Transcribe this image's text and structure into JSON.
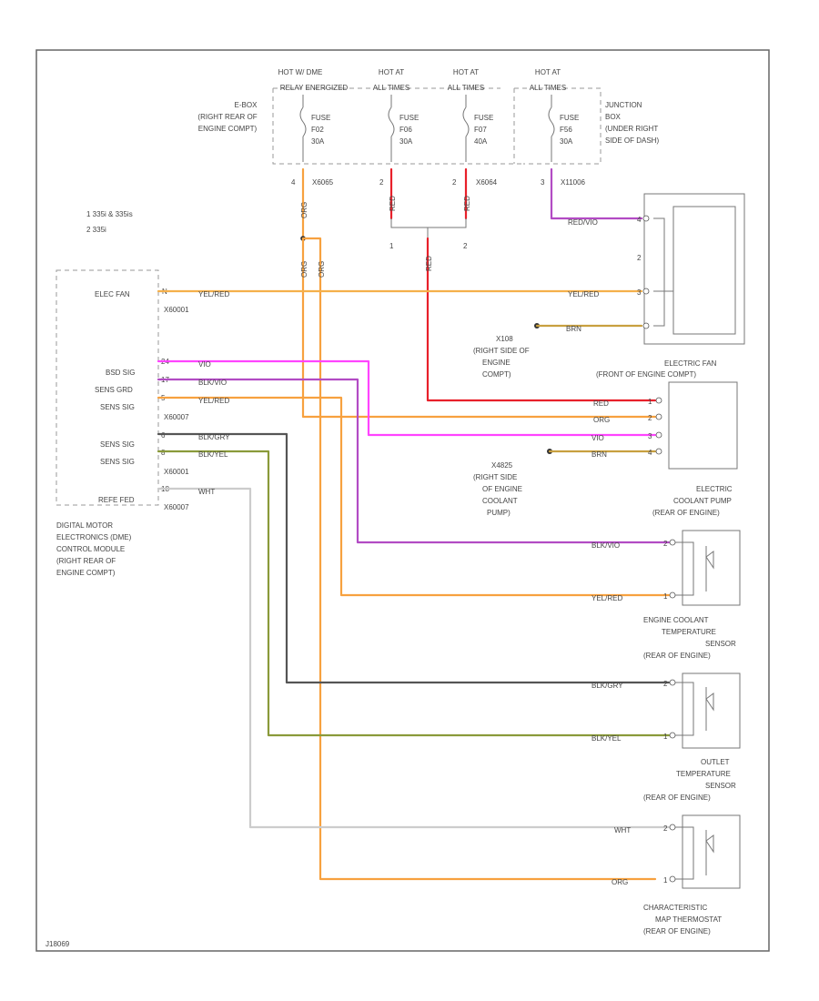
{
  "fuse_sources": {
    "src1": "HOT W/ DME",
    "src1b": "RELAY ENERGIZED",
    "src2": "HOT AT",
    "src2b": "ALL TIMES",
    "src3": "HOT AT",
    "src3b": "ALL TIMES",
    "src4": "HOT AT",
    "src4b": "ALL TIMES"
  },
  "ebox": [
    "E-BOX",
    "(RIGHT REAR OF",
    "ENGINE COMPT)"
  ],
  "junction_box": [
    "JUNCTION",
    "BOX",
    "(UNDER RIGHT",
    "SIDE OF DASH)"
  ],
  "fuses": [
    {
      "label": "FUSE",
      "num": "F02",
      "amp": "30A"
    },
    {
      "label": "FUSE",
      "num": "F06",
      "amp": "30A"
    },
    {
      "label": "FUSE",
      "num": "F07",
      "amp": "40A"
    },
    {
      "label": "FUSE",
      "num": "F56",
      "amp": "30A"
    }
  ],
  "fuse_pins": [
    "4",
    "2",
    "2",
    "3"
  ],
  "fuse_connectors": [
    "X6065",
    "X6064",
    "X11006"
  ],
  "splice_pins": [
    "1",
    "2"
  ],
  "notes": [
    "1   335i & 335is",
    "2   335i"
  ],
  "dme": {
    "name": [
      "DIGITAL MOTOR",
      "ELECTRONICS (DME)",
      "CONTROL MODULE",
      "(RIGHT REAR OF",
      "ENGINE COMPT)"
    ],
    "pin_labels": [
      "ELEC FAN",
      "BSD SIG",
      "SENS GRD",
      "SENS SIG",
      "SENS SIG",
      "SENS SIG",
      "REFE FED"
    ],
    "connectors": [
      "X60001",
      "X60007",
      "X60001",
      "X60007"
    ],
    "pins": [
      "N",
      "24",
      "17",
      "5",
      "6",
      "8",
      "18"
    ]
  },
  "wire_colors": {
    "vel_red_1": "YEL/RED",
    "vel_red_2": "YEL/RED",
    "vel_red_3": "YEL/RED",
    "vio": "VIO",
    "blk_vio_1": "BLK/VIO",
    "blk_vio_2": "BLK/VIO",
    "blk_gry_1": "BLK/GRY",
    "blk_gry_2": "BLK/GRY",
    "blk_yel_1": "BLK/YEL",
    "blk_yel_2": "BLK/YEL",
    "wht_1": "WHT",
    "wht_2": "WHT",
    "red_vio": "RED/VIO",
    "brn_1": "BRN",
    "brn_2": "BRN",
    "red": "RED",
    "org_1": "ORG",
    "org_2": "ORG",
    "vio_2": "VIO",
    "v_red_a": "RED",
    "v_red_b": "RED",
    "v_red_c": "RED",
    "v_org_a": "ORG",
    "v_org_b": "ORG",
    "v_org_c": "ORG"
  },
  "grounds": {
    "g1": [
      "X108",
      "(RIGHT SIDE OF",
      "ENGINE",
      "COMPT)"
    ],
    "g2": [
      "X4825",
      "(RIGHT SIDE",
      "OF ENGINE",
      "COOLANT",
      "PUMP)"
    ]
  },
  "components": {
    "fan": [
      "ELECTRIC FAN",
      "(FRONT OF ENGINE COMPT)"
    ],
    "pump": [
      "ELECTRIC",
      "COOLANT PUMP",
      "(REAR OF ENGINE)"
    ],
    "ect": [
      "ENGINE COOLANT",
      "TEMPERATURE",
      "SENSOR",
      "(REAR OF ENGINE)"
    ],
    "outlet": [
      "OUTLET",
      "TEMPERATURE",
      "SENSOR",
      "(REAR OF ENGINE)"
    ],
    "thermostat": [
      "CHARACTERISTIC",
      "MAP THERMOSTAT",
      "(REAR OF ENGINE)"
    ]
  },
  "fan_pins": [
    "4",
    "2",
    "3"
  ],
  "pump_pins": [
    "1",
    "2",
    "3",
    "4"
  ],
  "sensor_pins": [
    "2",
    "1",
    "2",
    "1",
    "2",
    "1"
  ],
  "footer_code": "J18069",
  "colors": {
    "yellow_red": "#f5b04a",
    "orange": "#f7a13f",
    "violet": "#ff44ff",
    "black_violet": "#b24bc4",
    "red": "#e8202a",
    "gray": "#555555",
    "olive": "#8a9a3a",
    "white_wire": "#cccccc",
    "brown": "#c8a040"
  }
}
